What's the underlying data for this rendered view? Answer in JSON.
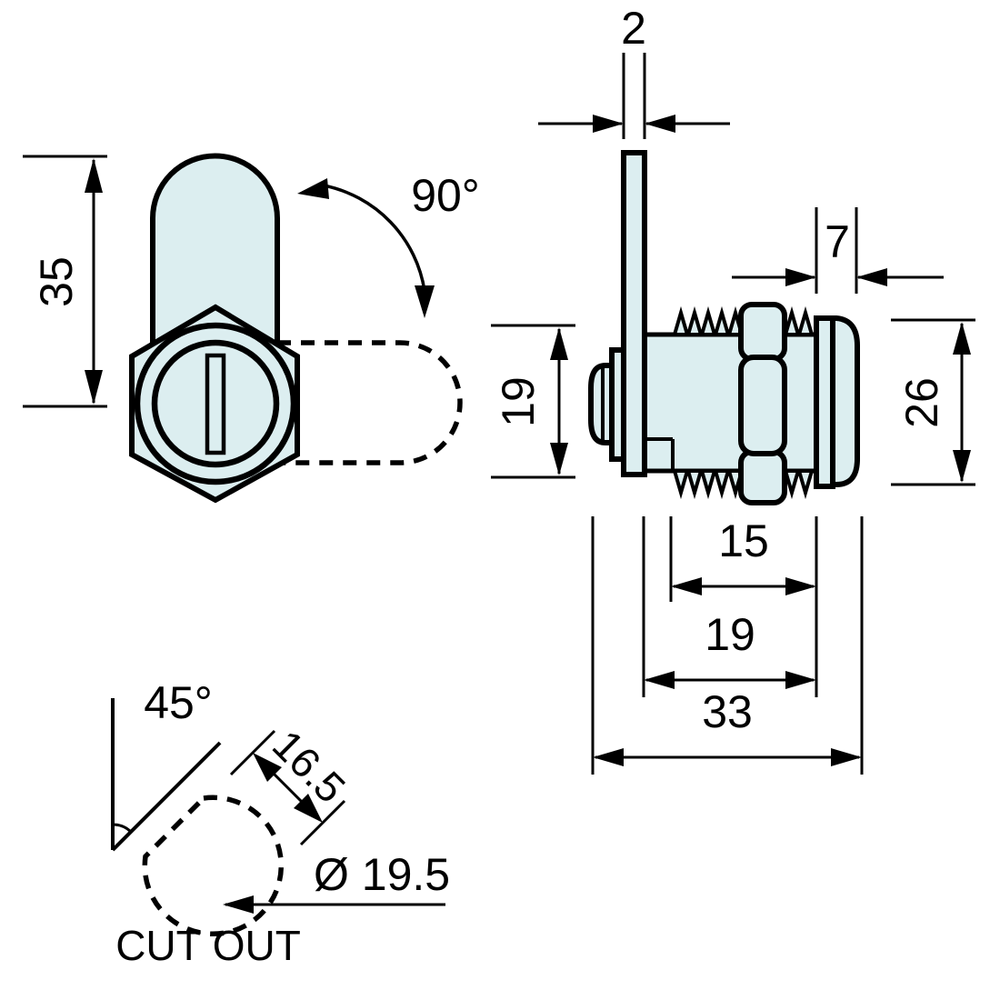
{
  "diagram": {
    "type": "technical-drawing",
    "subject": "cam-lock",
    "colors": {
      "part_fill": "#dceef0",
      "line": "#000000",
      "background": "#ffffff"
    }
  },
  "labels": {
    "cam_length": "35",
    "rotation": "90°",
    "cam_thickness": "2",
    "head_depth": "7",
    "barrel_diameter": "19",
    "head_diameter": "26",
    "thread_length": "15",
    "barrel_length": "19",
    "total_length": "33",
    "cutout_angle": "45°",
    "cutout_across_flat": "16.5",
    "cutout_diameter": "Ø 19.5",
    "cutout_title": "CUT OUT"
  }
}
